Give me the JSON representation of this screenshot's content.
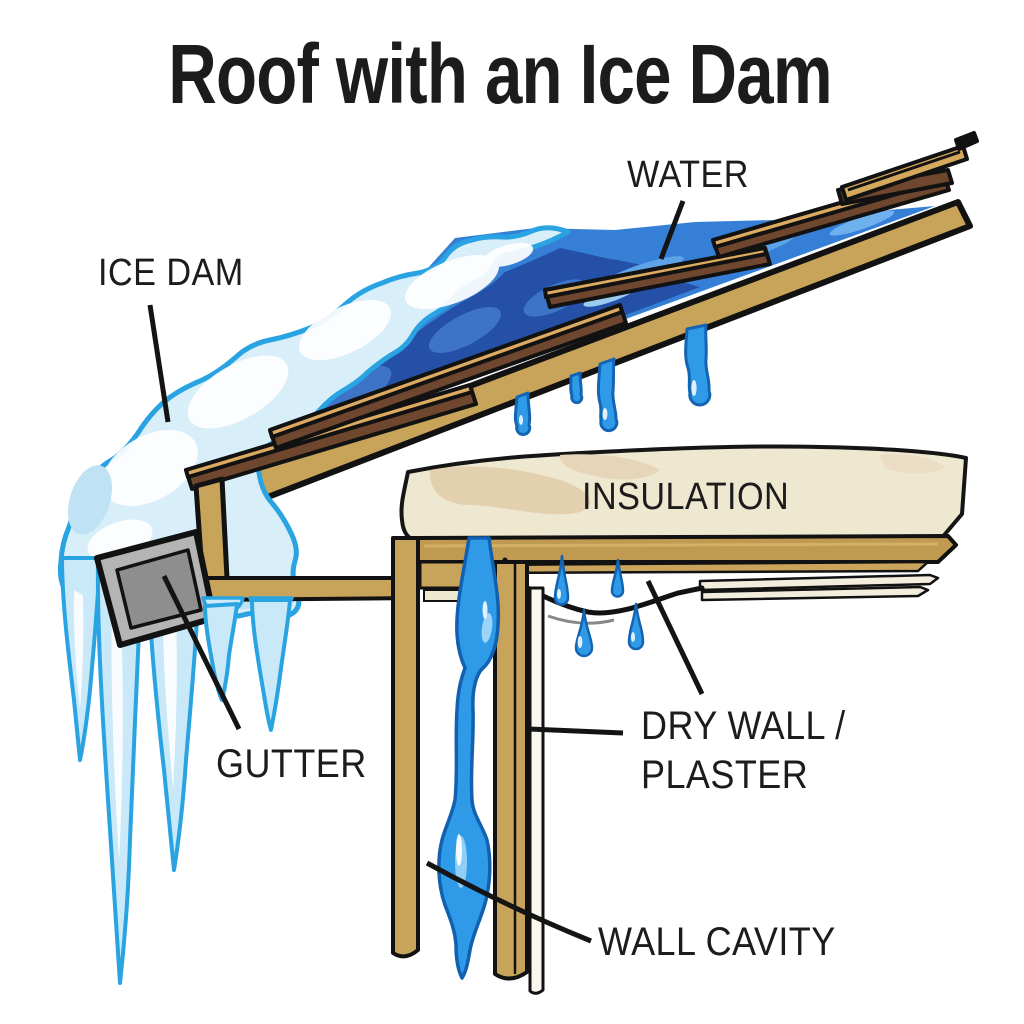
{
  "title": "Roof with an Ice Dam",
  "labels": {
    "water": "WATER",
    "ice_dam": "ICE DAM",
    "insulation": "INSULATION",
    "gutter": "GUTTER",
    "drywall_line1": "DRY WALL /",
    "drywall_line2": "PLASTER",
    "wall_cavity": "WALL CAVITY"
  },
  "colors": {
    "label": "#1c1c1c",
    "outline": "#121212",
    "wood_tan": "#c7a45a",
    "wood_tan_dark": "#bd9a4e",
    "shingle_brown": "#6f462e",
    "shingle_edge": "#dcaa60",
    "water_blue": "#3580d6",
    "pool_blue": "#2450a8",
    "pool_highlight": "#3e74c8",
    "ice_fill": "#d8eef9",
    "ice_outline": "#29a3e2",
    "icicle_fill": "#c9e8f8",
    "drip_blue": "#2f9ae8",
    "drip_outline": "#1464b4",
    "gutter_gray": "#b4b4b4",
    "gutter_gray_dark": "#8e8e8e",
    "insulation_cream": "#efe8d1",
    "insulation_stain": "#e0cba9",
    "drywall_white": "#faf7ef"
  }
}
